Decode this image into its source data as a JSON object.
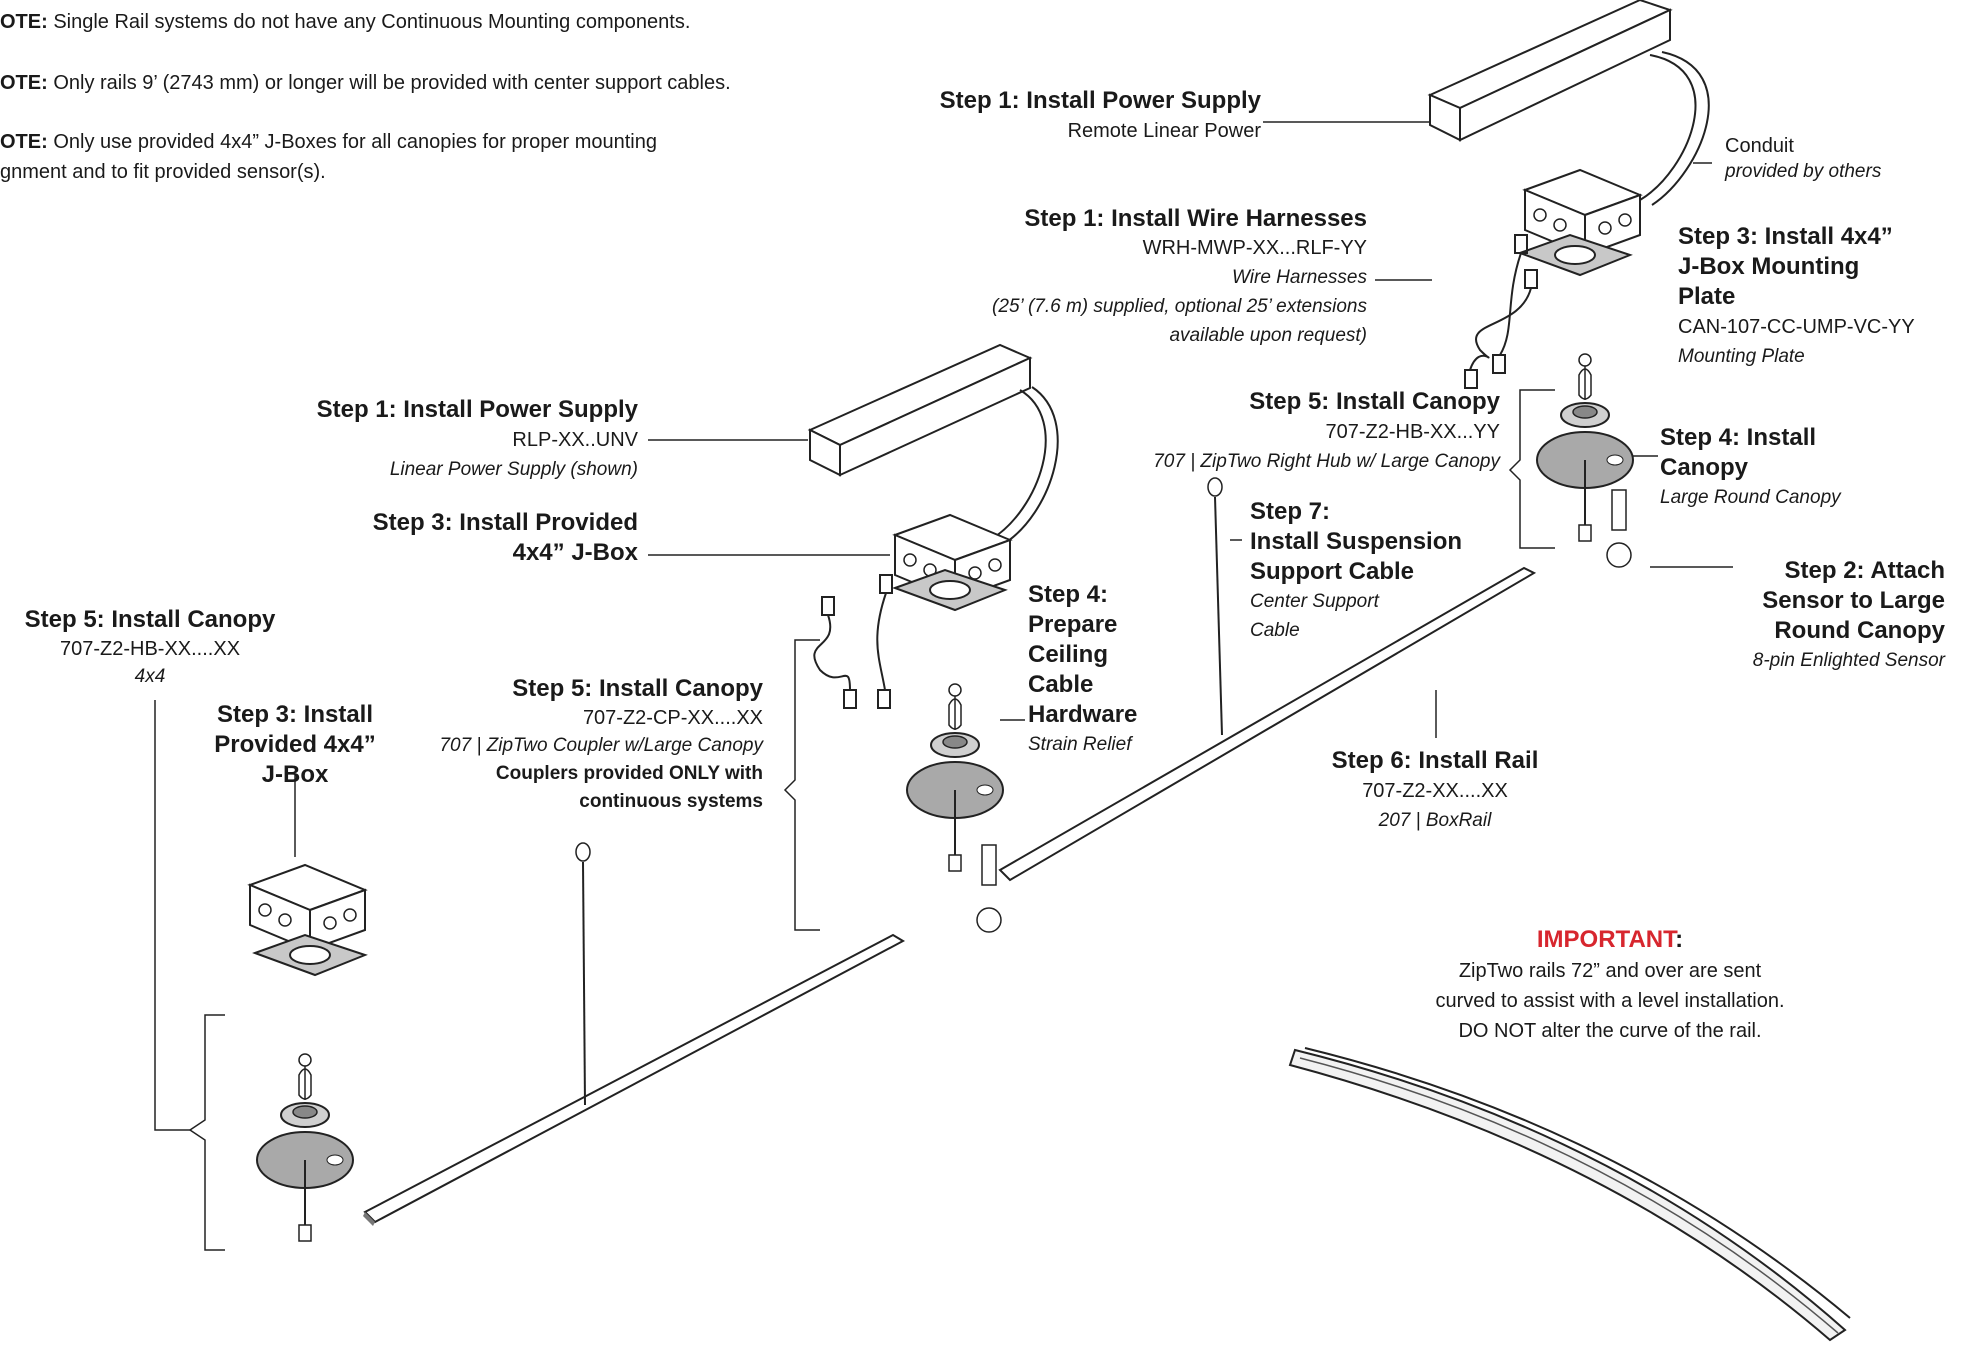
{
  "notes": [
    {
      "bold": "OTE:",
      "text": " Single Rail systems do not have any Continuous Mounting components."
    },
    {
      "bold": "OTE:",
      "text": " Only rails 9’ (2743 mm) or longer will be provided with center support cables."
    },
    {
      "bold": "OTE:",
      "text": " Only use provided 4x4” J-Boxes for all canopies for proper mounting",
      "text2": "gnment and to fit provided sensor(s)."
    }
  ],
  "labels": {
    "ps_remote": {
      "title": "Step 1: Install Power Supply",
      "line1": "Remote Linear Power"
    },
    "conduit": {
      "line1": "Conduit",
      "line2": "provided by others"
    },
    "wire_harness": {
      "title": "Step 1: Install  Wire Harnesses",
      "line1": "WRH-MWP-XX...RLF-YY",
      "line2": "Wire Harnesses",
      "line3": "(25’ (7.6 m) supplied, optional 25’ extensions",
      "line4": "available upon request)"
    },
    "mount_plate": {
      "title1": "Step 3: Install 4x4”",
      "title2": "J-Box Mounting",
      "title3": "Plate",
      "line1": "CAN-107-CC-UMP-VC-YY",
      "line2": "Mounting Plate"
    },
    "canopy_right": {
      "title": "Step 5: Install Canopy",
      "line1": "707-Z2-HB-XX...YY",
      "line2": "707 | ZipTwo Right Hub w/ Large Canopy"
    },
    "canopy4": {
      "title1": "Step 4: Install",
      "title2": "Canopy",
      "line1": "Large Round Canopy"
    },
    "ps_linear": {
      "title": "Step 1: Install Power Supply",
      "line1": "RLP-XX..UNV",
      "line2": "Linear Power Supply (shown)"
    },
    "jbox_mid": {
      "title1": "Step 3: Install Provided",
      "title2": "4x4” J-Box"
    },
    "suspension": {
      "title1": "Step 7:",
      "title2": "Install Suspension",
      "title3": "Support Cable",
      "line1": "Center Support",
      "line2": "Cable"
    },
    "sensor": {
      "title1": "Step 2: Attach",
      "title2": "Sensor to Large",
      "title3": "Round Canopy",
      "line1": "8-pin Enlighted Sensor"
    },
    "canopy_left": {
      "title": "Step 5: Install Canopy",
      "line1": "707-Z2-HB-XX....XX",
      "line2": "4x4"
    },
    "jbox_left": {
      "title1": "Step 3: Install",
      "title2": "Provided 4x4”",
      "title3": "J-Box"
    },
    "ceiling": {
      "title1": "Step 4:",
      "title2": "Prepare",
      "title3": "Ceiling",
      "title4": "Cable",
      "title5": "Hardware",
      "line1": "Strain Relief"
    },
    "coupler": {
      "title": "Step 5: Install Canopy",
      "line1": "707-Z2-CP-XX....XX",
      "line2": "707 | ZipTwo Coupler w/Large Canopy",
      "line3": "Couplers provided ONLY with",
      "line4": "continuous systems"
    },
    "rail": {
      "title": "Step 6: Install Rail",
      "line1": "707-Z2-XX....XX",
      "line2": "207 | BoxRail"
    },
    "important": {
      "heading": "IMPORTANT",
      "colon": ":",
      "line1": "ZipTwo rails 72” and over are sent",
      "line2": "curved to assist with a level installation.",
      "line3": "DO NOT alter the curve of the rail."
    }
  },
  "colors": {
    "accent_red": "#d7262e",
    "canopy_gray": "#a9a9a9",
    "line": "#222222"
  }
}
